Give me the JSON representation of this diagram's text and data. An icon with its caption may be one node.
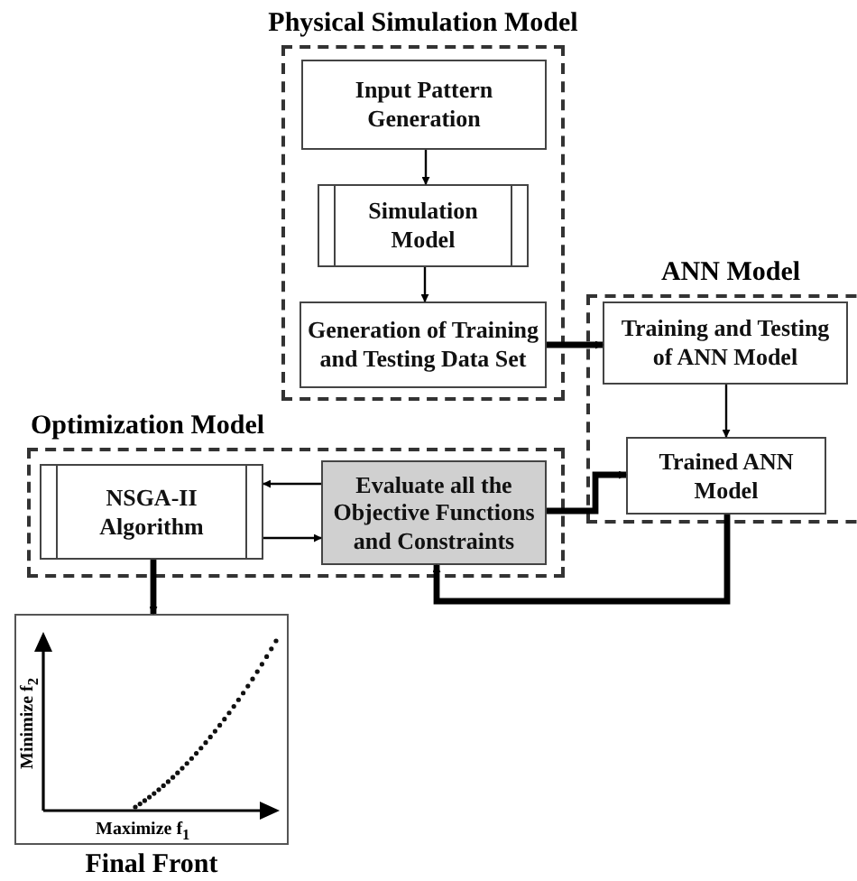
{
  "diagram": {
    "nodes": [
      {
        "text": [
          "Physical Simulation Model"
        ]
      },
      {
        "text": [
          "Input Pattern Generation"
        ],
        "in": 0
      },
      {
        "text": [
          "Simulation Model"
        ],
        "in": 0
      },
      {
        "text": [
          "Generation of Training and Testing Data Set"
        ],
        "in": 0
      },
      {
        "text": [
          "ANN Model"
        ]
      },
      {
        "text": [
          "Training and Testing of ANN Model"
        ],
        "in": 4
      },
      {
        "text": [
          "Trained ANN Model"
        ],
        "in": 4
      },
      {
        "text": [
          "Optimization Model"
        ]
      },
      {
        "text": [
          "NSGA-II Algorithm"
        ],
        "in": 7
      },
      {
        "text": [
          "Evaluate all the Objective Functions and Constraints"
        ],
        "in": 7
      },
      {
        "text": [
          "Final Front"
        ]
      }
    ],
    "edges": [
      {
        "from": 1,
        "to": 2,
        "arrow": "to"
      },
      {
        "from": 2,
        "to": 3,
        "arrow": "to"
      },
      {
        "from": 3,
        "to": 5,
        "arrow": "to",
        "style": "thick"
      },
      {
        "from": 5,
        "to": 6,
        "arrow": "to"
      },
      {
        "from": 9,
        "to": 8,
        "arrow": "to"
      },
      {
        "from": 8,
        "to": 9,
        "arrow": "to"
      },
      {
        "from": 9,
        "to": 6,
        "arrow": "to",
        "style": "thick"
      },
      {
        "from": 6,
        "to": 9,
        "arrow": "to",
        "style": "thick"
      },
      {
        "from": 8,
        "to": 10,
        "arrow": "to",
        "style": "thick"
      }
    ],
    "labels": [
      "Minimize f$_{2}$",
      "Maximize f$_{1}$"
    ]
  }
}
